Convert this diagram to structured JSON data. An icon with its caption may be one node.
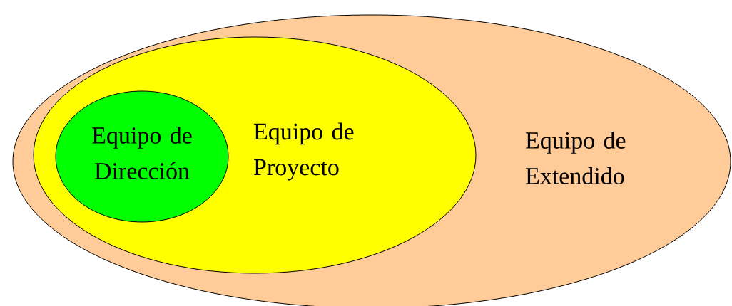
{
  "diagram": {
    "nodes": [
      {
        "text": [
          "Equipo de Extendido"
        ]
      },
      {
        "text": [
          "Equipo de Proyecto"
        ],
        "in": 0
      },
      {
        "text": [
          "Equipo de Dirección"
        ],
        "in": 1
      }
    ]
  }
}
